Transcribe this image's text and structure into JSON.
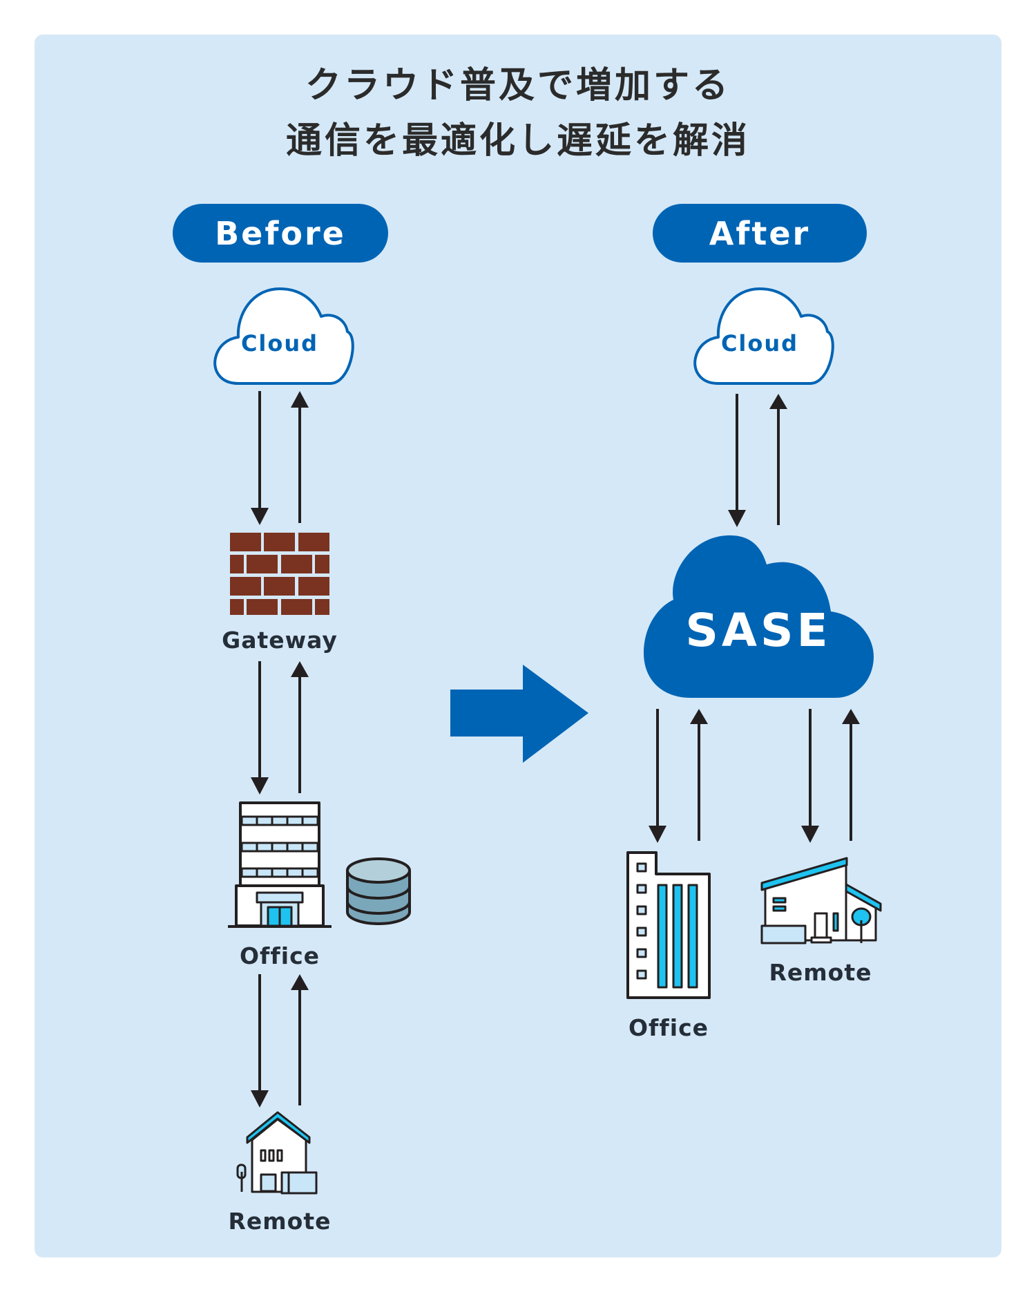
{
  "title": {
    "line1": "クラウド普及で増加する",
    "line2": "通信を最適化し遅延を解消"
  },
  "colors": {
    "background": "#D5E8F7",
    "brand_blue": "#0064B4",
    "brick": "#7A3320",
    "arrow": "#231F20",
    "accent_cyan": "#1EC3F0",
    "light_blue_fill": "#C8E6F7",
    "db_fill": "#7BA7BA"
  },
  "before": {
    "heading": "Before",
    "nodes": {
      "cloud": {
        "label": "Cloud",
        "icon": "cloud-outline-icon"
      },
      "gateway": {
        "label": "Gateway",
        "icon": "firewall-icon"
      },
      "office": {
        "label": "Office",
        "icon": "office-building-icon",
        "extra_icon": "database-icon"
      },
      "remote": {
        "label": "Remote",
        "icon": "house-icon"
      }
    },
    "flows": [
      {
        "from": "Cloud",
        "to": "Gateway",
        "bidirectional": true
      },
      {
        "from": "Gateway",
        "to": "Office",
        "bidirectional": true
      },
      {
        "from": "Office",
        "to": "Remote",
        "bidirectional": true
      }
    ]
  },
  "transition": {
    "icon": "right-arrow-icon"
  },
  "after": {
    "heading": "After",
    "nodes": {
      "cloud": {
        "label": "Cloud",
        "icon": "cloud-outline-icon"
      },
      "sase": {
        "label": "SASE",
        "icon": "cloud-filled-icon"
      },
      "office": {
        "label": "Office",
        "icon": "office-tower-icon"
      },
      "remote": {
        "label": "Remote",
        "icon": "modern-house-icon"
      }
    },
    "flows": [
      {
        "from": "Cloud",
        "to": "SASE",
        "bidirectional": true
      },
      {
        "from": "SASE",
        "to": "Office",
        "bidirectional": true
      },
      {
        "from": "SASE",
        "to": "Remote",
        "bidirectional": true
      }
    ]
  }
}
